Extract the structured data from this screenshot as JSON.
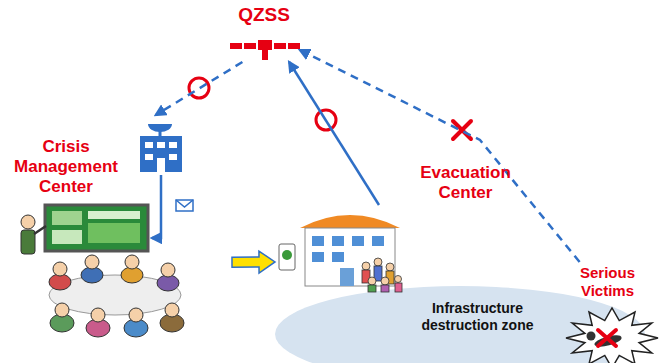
{
  "diagram": {
    "nodes": [
      {
        "text": [
          "QZSS"
        ]
      },
      {
        "text": [
          "Crisis Management Center"
        ]
      },
      {
        "text": [
          "Evacuation Center"
        ]
      },
      {
        "text": [
          "Infrastructure destruction zone"
        ]
      },
      {
        "text": [
          "Serious Victims"
        ]
      }
    ],
    "edges": [
      {
        "from": 0,
        "to": 1,
        "arrow": "to"
      },
      {
        "from": 2,
        "to": 0,
        "arrow": "to"
      },
      {
        "from": 4,
        "to": 0,
        "arrow": "to"
      },
      {
        "from": 1,
        "to": 2,
        "arrow": "to"
      }
    ]
  }
}
